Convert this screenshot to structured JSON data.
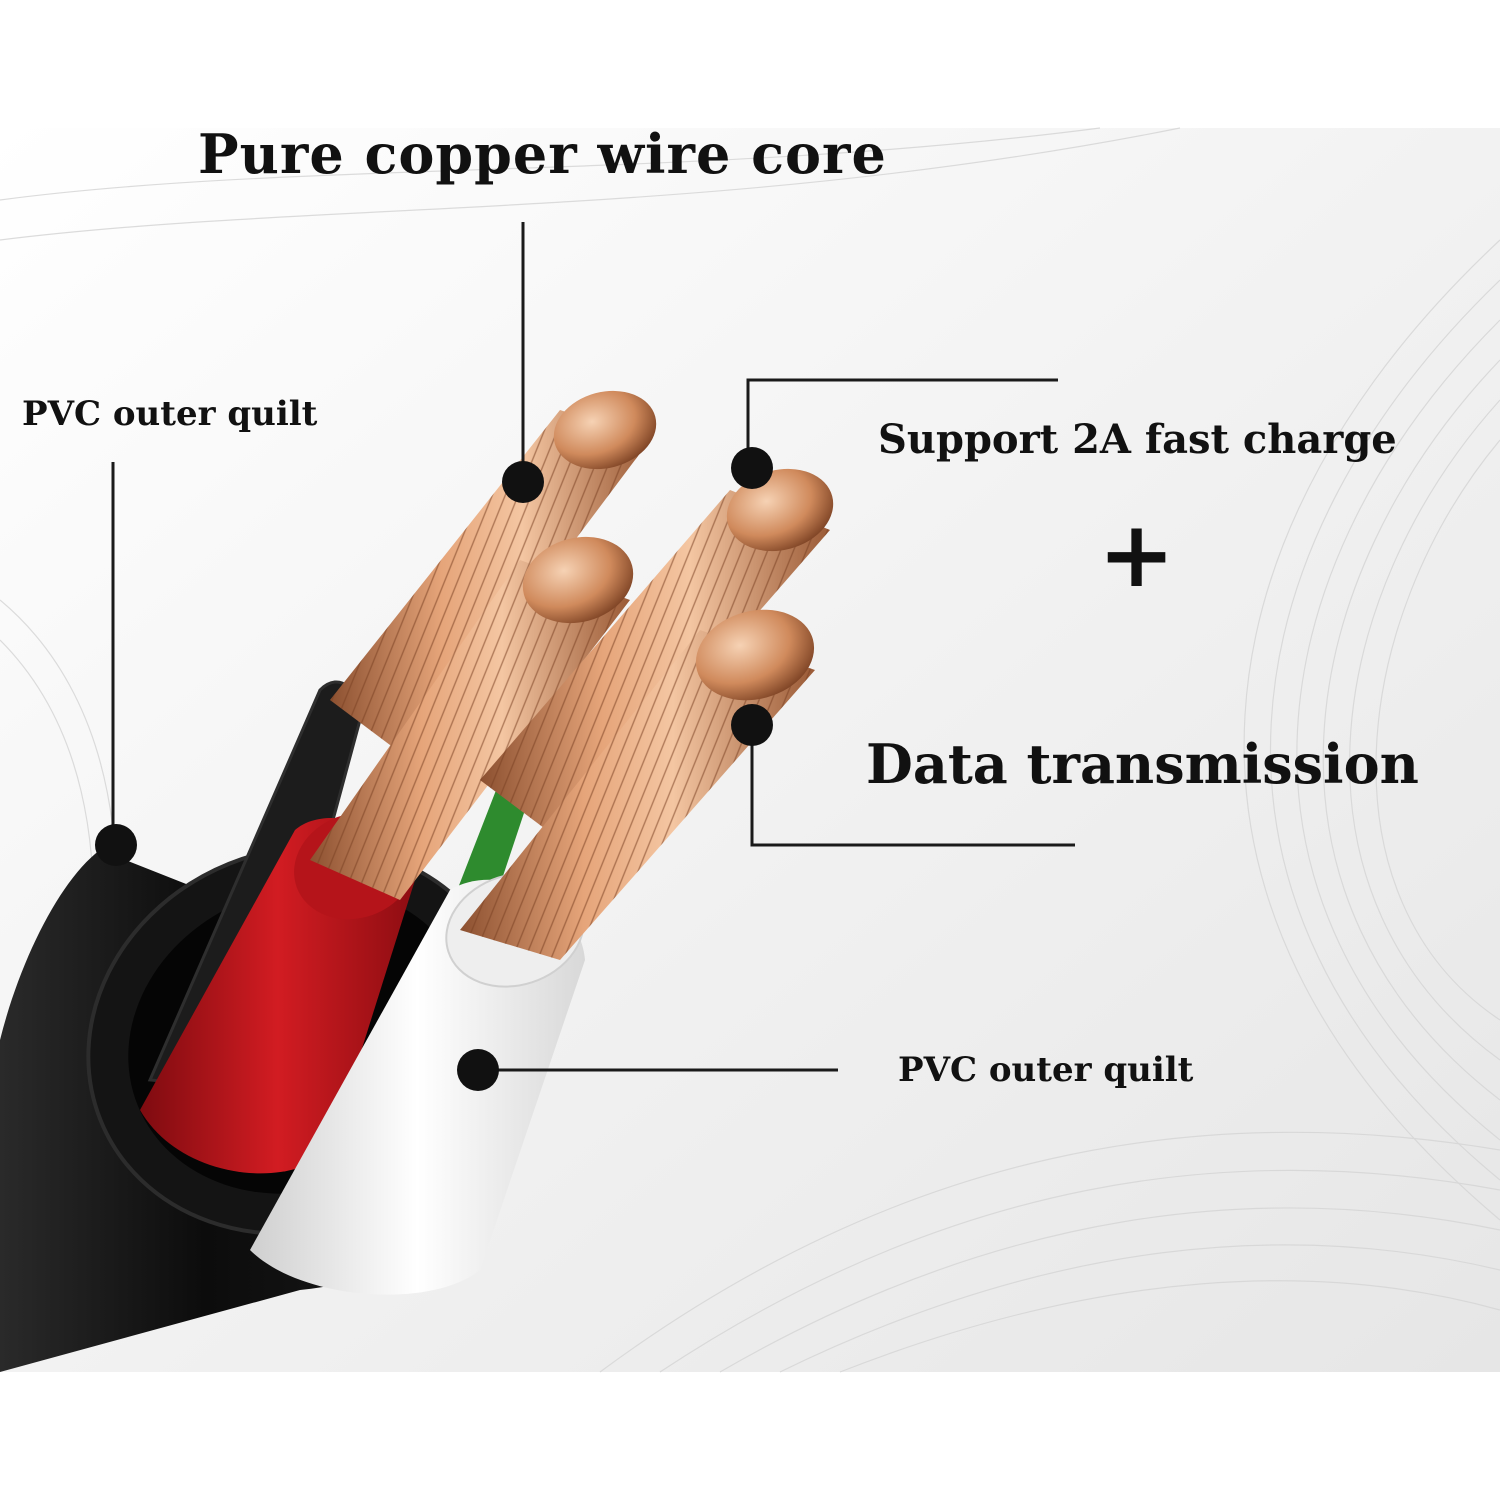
{
  "labels": {
    "core": "Pure copper wire core",
    "pvc_left": "PVC outer quilt",
    "charge": "Support 2A fast charge",
    "plus": "+",
    "data": "Data transmission",
    "pvc_right": "PVC outer quilt"
  },
  "colors": {
    "text": "#111111",
    "leader": "#1a1a1a",
    "jacket": "#111111",
    "red_insulation": "#c8161d",
    "white_insulation": "#f2f2f2",
    "green_insulation": "#2e8b2e",
    "black_insulation": "#1c1c1c",
    "copper": "#c88456"
  }
}
